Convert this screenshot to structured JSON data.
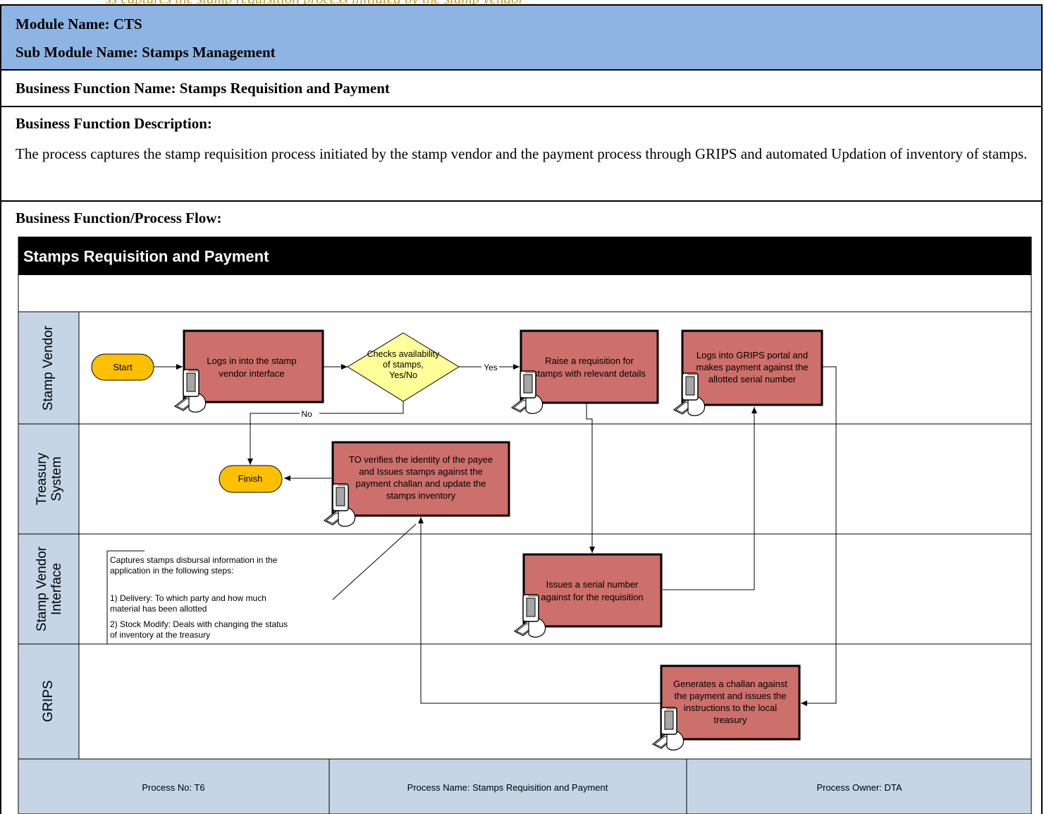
{
  "top_cut_text": "ss captures the stamp requisition process initiated by the stamp vendor",
  "header": {
    "module_name": "Module Name: CTS",
    "sub_module_name": "Sub Module Name: Stamps Management"
  },
  "business_function": {
    "name": "Business Function Name: Stamps Requisition and Payment",
    "description_label": "Business Function Description:",
    "description": "The process captures the stamp requisition process initiated by the stamp vendor and the payment process through GRIPS and automated Updation of inventory of stamps.",
    "flow_label": "Business Function/Process Flow:"
  },
  "diagram": {
    "title": "Stamps Requisition and Payment",
    "lanes": [
      {
        "line1": "Stamp Vendor",
        "line2": ""
      },
      {
        "line1": "Treasury",
        "line2": "System"
      },
      {
        "line1": "Stamp Vendor",
        "line2": "Interface"
      },
      {
        "line1": "GRIPS",
        "line2": ""
      }
    ],
    "terminals": {
      "start": "Start",
      "finish": "Finish"
    },
    "decision": {
      "line1": "Checks availability",
      "line2": "of stamps,",
      "line3": "Yes/No"
    },
    "edges": {
      "yes": "Yes",
      "no": "No"
    },
    "tasks": {
      "login_vendor": {
        "line1": "Logs in into the stamp",
        "line2": "vendor interface"
      },
      "raise_requisition": {
        "line1": "Raise a requisition for",
        "line2": "stamps with relevant details"
      },
      "grips_payment": {
        "line1": "Logs into GRIPS portal and",
        "line2": "makes payment against the",
        "line3": "allotted serial number"
      },
      "to_verifies": {
        "line1": "TO verifies the identity of the payee",
        "line2": "and Issues stamps against the",
        "line3": "payment challan and update the",
        "line4": "stamps inventory"
      },
      "serial_number": {
        "line1": "Issues a serial number",
        "line2": "against for the requisition"
      },
      "generate_challan": {
        "line1": "Generates a challan against",
        "line2": "the payment and issues the",
        "line3": "instructions to the local",
        "line4": "treasury"
      }
    },
    "annotation": {
      "line1": "Captures stamps disbursal information in the",
      "line2": "application in the following steps:",
      "line3": "1) Delivery: To which party and how much",
      "line4": "material has been allotted",
      "line5": "2) Stock Modify: Deals with changing the status",
      "line6": "of inventory at the treasury"
    },
    "footer": {
      "process_no": "Process No: T6",
      "process_name": "Process Name: Stamps Requisition and Payment",
      "process_owner": "Process Owner: DTA"
    }
  },
  "colors": {
    "header_band": "#8eb4e3",
    "lane_label_bg": "#c6d5e6",
    "task_fill": "#cd6f6a",
    "decision_fill": "#ffff99",
    "terminal_fill": "#ffc000",
    "title_bar": "#000000"
  }
}
